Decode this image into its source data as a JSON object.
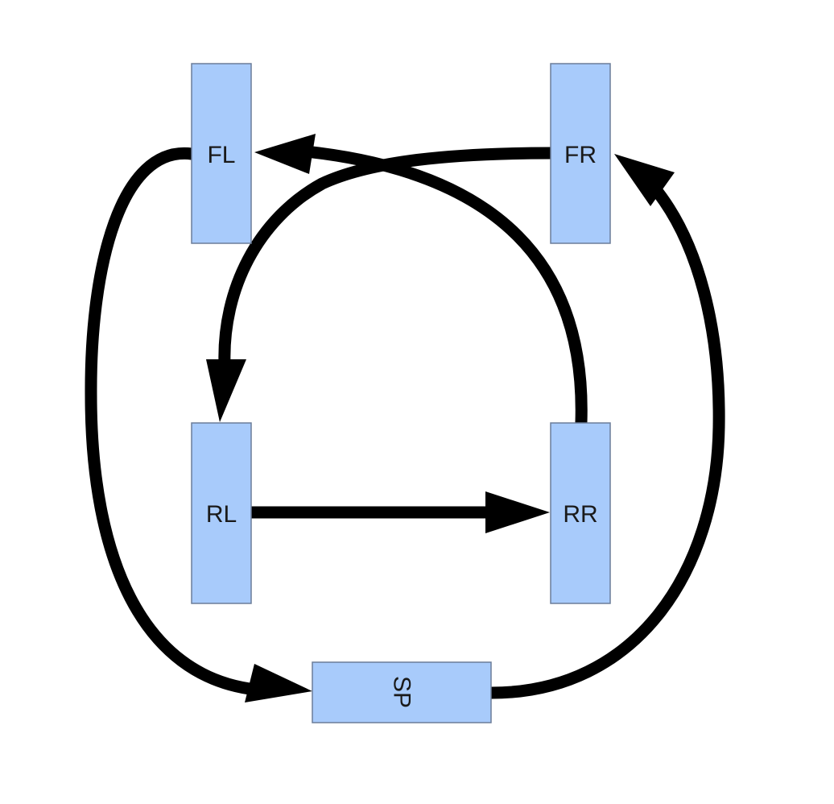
{
  "colors": {
    "node_fill": "#a8cbfb",
    "arrow": "#000000",
    "background": "#ffffff"
  },
  "nodes": [
    {
      "id": "fl",
      "label": "FL"
    },
    {
      "id": "fr",
      "label": "FR"
    },
    {
      "id": "rl",
      "label": "RL"
    },
    {
      "id": "rr",
      "label": "RR"
    },
    {
      "id": "sp",
      "label": "SP"
    }
  ],
  "edges": [
    {
      "from": "FL",
      "to": "SP"
    },
    {
      "from": "SP",
      "to": "FR"
    },
    {
      "from": "FR",
      "to": "RL"
    },
    {
      "from": "RL",
      "to": "RR"
    },
    {
      "from": "RR",
      "to": "FL"
    }
  ]
}
